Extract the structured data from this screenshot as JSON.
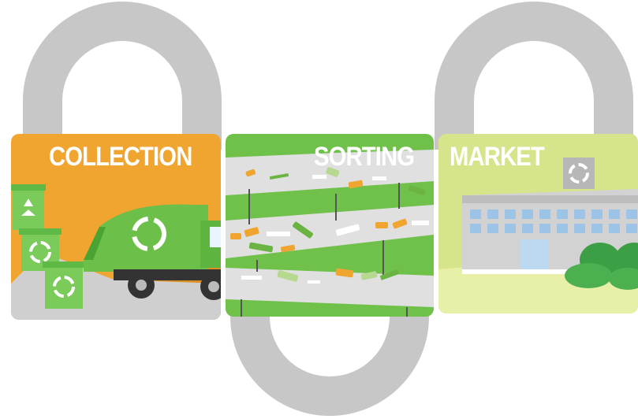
{
  "diagram": {
    "stages": [
      {
        "id": "collection",
        "label": "COLLECTION",
        "color": "#f1a531"
      },
      {
        "id": "sorting",
        "label": "SORTING",
        "color": "#6fc14a"
      },
      {
        "id": "market",
        "label": "MARKET",
        "color": "#d6e58b"
      }
    ],
    "connector_color": "#c7c7c7",
    "icons": [
      "recycle-icon",
      "recycling-bin-icon",
      "garbage-truck-icon",
      "conveyor-belt-icon",
      "factory-icon",
      "bush-icon"
    ]
  }
}
